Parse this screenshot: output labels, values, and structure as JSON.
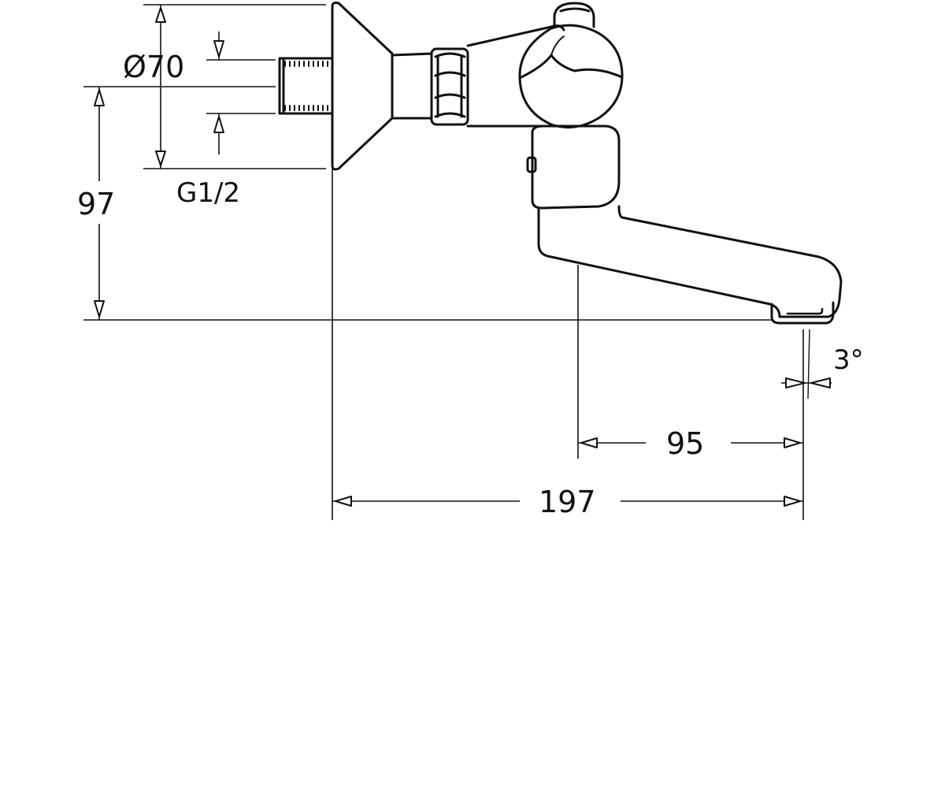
{
  "labels": {
    "diameter": "Ø70",
    "thread": "G1/2",
    "height": "97",
    "spout_reach": "95",
    "total_length": "197",
    "angle": "3°"
  },
  "colors": {
    "line": "#111111",
    "background": "#ffffff"
  }
}
